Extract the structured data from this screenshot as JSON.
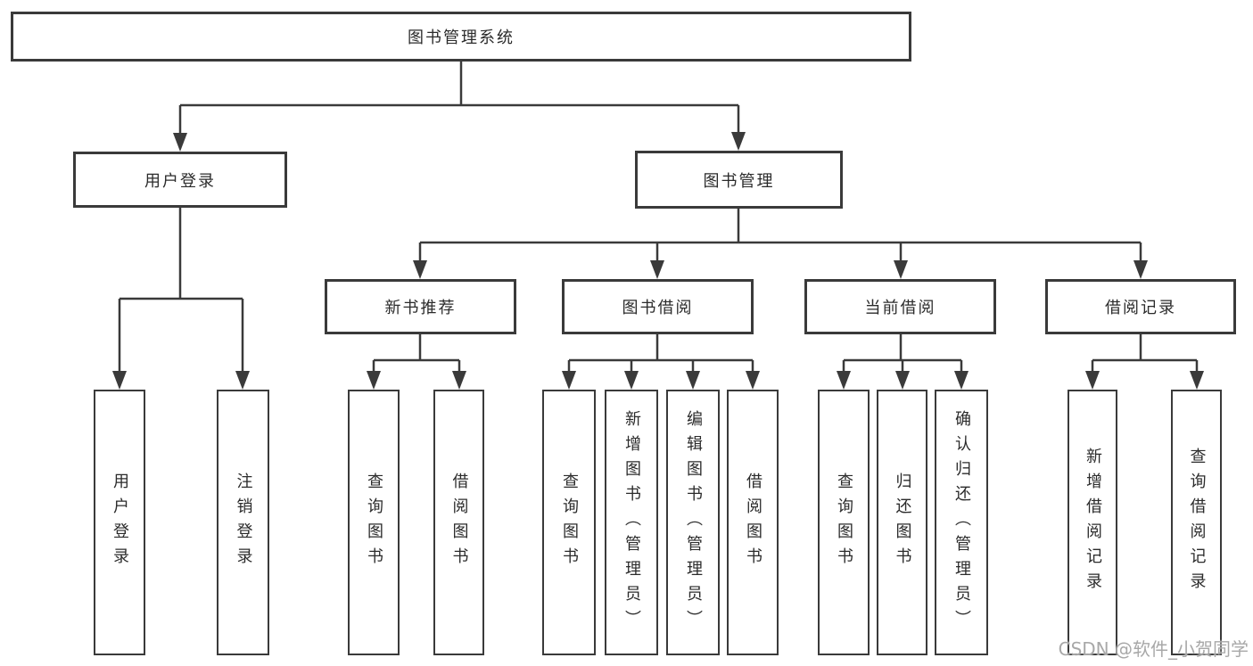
{
  "diagram": {
    "type": "hierarchy-tree",
    "watermark": "CSDN @软件_小贺同学",
    "colors": {
      "line": "#3a3a3a",
      "box_border": "#3a3a3a",
      "text": "#2b2b2b",
      "background": "#ffffff",
      "watermark_text": "#a8a8a8"
    },
    "nodes": {
      "root": {
        "label": "图书管理系统"
      },
      "user_login": {
        "label": "用户登录",
        "children": [
          {
            "label": "用户登录"
          },
          {
            "label": "注销登录"
          }
        ]
      },
      "book_management": {
        "label": "图书管理"
      },
      "new_book_recommend": {
        "label": "新书推荐",
        "children": [
          {
            "label": "查询图书"
          },
          {
            "label": "借阅图书"
          }
        ]
      },
      "book_borrow": {
        "label": "图书借阅",
        "children": [
          {
            "label": "查询图书"
          },
          {
            "label": "新增图书（管理员）"
          },
          {
            "label": "编辑图书（管理员）"
          },
          {
            "label": "借阅图书"
          }
        ]
      },
      "current_borrow": {
        "label": "当前借阅",
        "children": [
          {
            "label": "查询图书"
          },
          {
            "label": "归还图书"
          },
          {
            "label": "确认归还（管理员）"
          }
        ]
      },
      "borrow_records": {
        "label": "借阅记录",
        "children": [
          {
            "label": "新增借阅记录"
          },
          {
            "label": "查询借阅记录"
          }
        ]
      }
    }
  }
}
